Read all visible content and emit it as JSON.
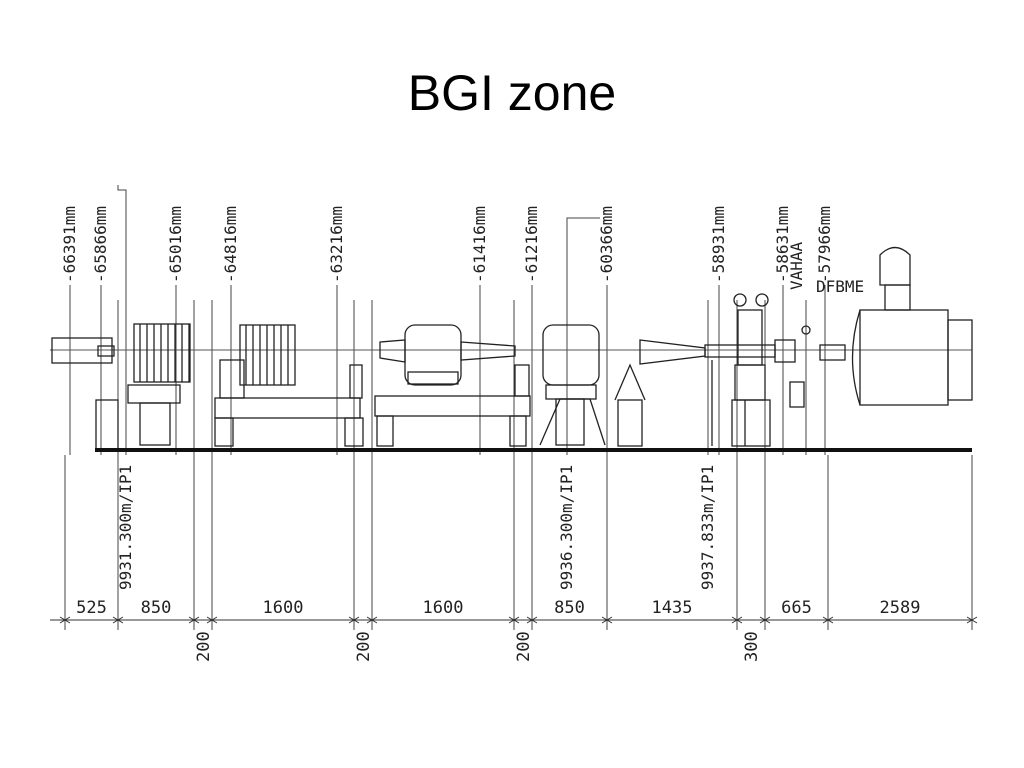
{
  "slide": {
    "title": "BGI zone"
  },
  "drawing": {
    "top_positions": [
      "-66391mm",
      "-65866mm",
      "-65016mm",
      "-64816mm",
      "-63216mm",
      "-61416mm",
      "-61216mm",
      "-60366mm",
      "-58931mm",
      "-58631mm",
      "-57966mm"
    ],
    "equipment_labels": [
      "VAHAA",
      "DFBME"
    ],
    "reference_marks": [
      "9931.300m/IP1",
      "9936.300m/IP1",
      "9937.833m/IP1"
    ],
    "spacings": [
      "525",
      "850",
      "200",
      "1600",
      "200",
      "1600",
      "200",
      "850",
      "1435",
      "300",
      "665",
      "2589"
    ]
  }
}
